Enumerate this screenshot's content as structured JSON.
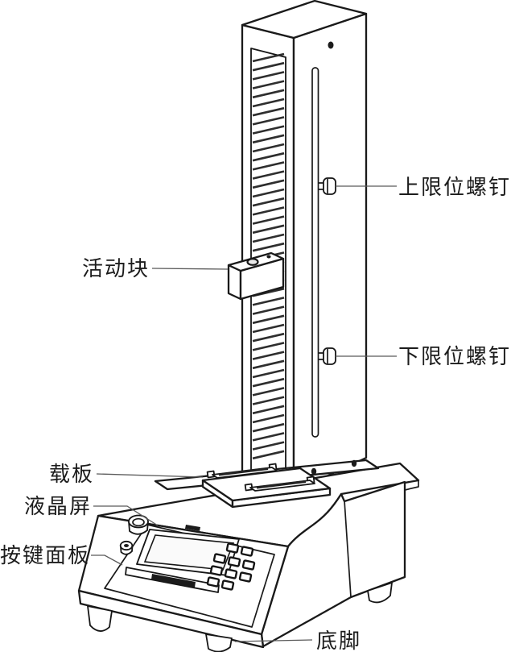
{
  "diagram": {
    "type": "technical-line-drawing",
    "subject": "digital force gauge test stand (数显测试台) isometric part diagram",
    "labels": {
      "upper_limit_screw": "上限位螺钉",
      "movable_block": "活动块",
      "lower_limit_screw": "下限位螺钉",
      "load_plate": "载板",
      "lcd_screen": "液晶屏",
      "keypad_panel": "按键面板",
      "base_feet": "底脚"
    },
    "colors": {
      "line": "#1a1a1a",
      "leader_line": "#5a5a5a",
      "background": "#ffffff",
      "label_text": "#1c1c1c"
    }
  }
}
